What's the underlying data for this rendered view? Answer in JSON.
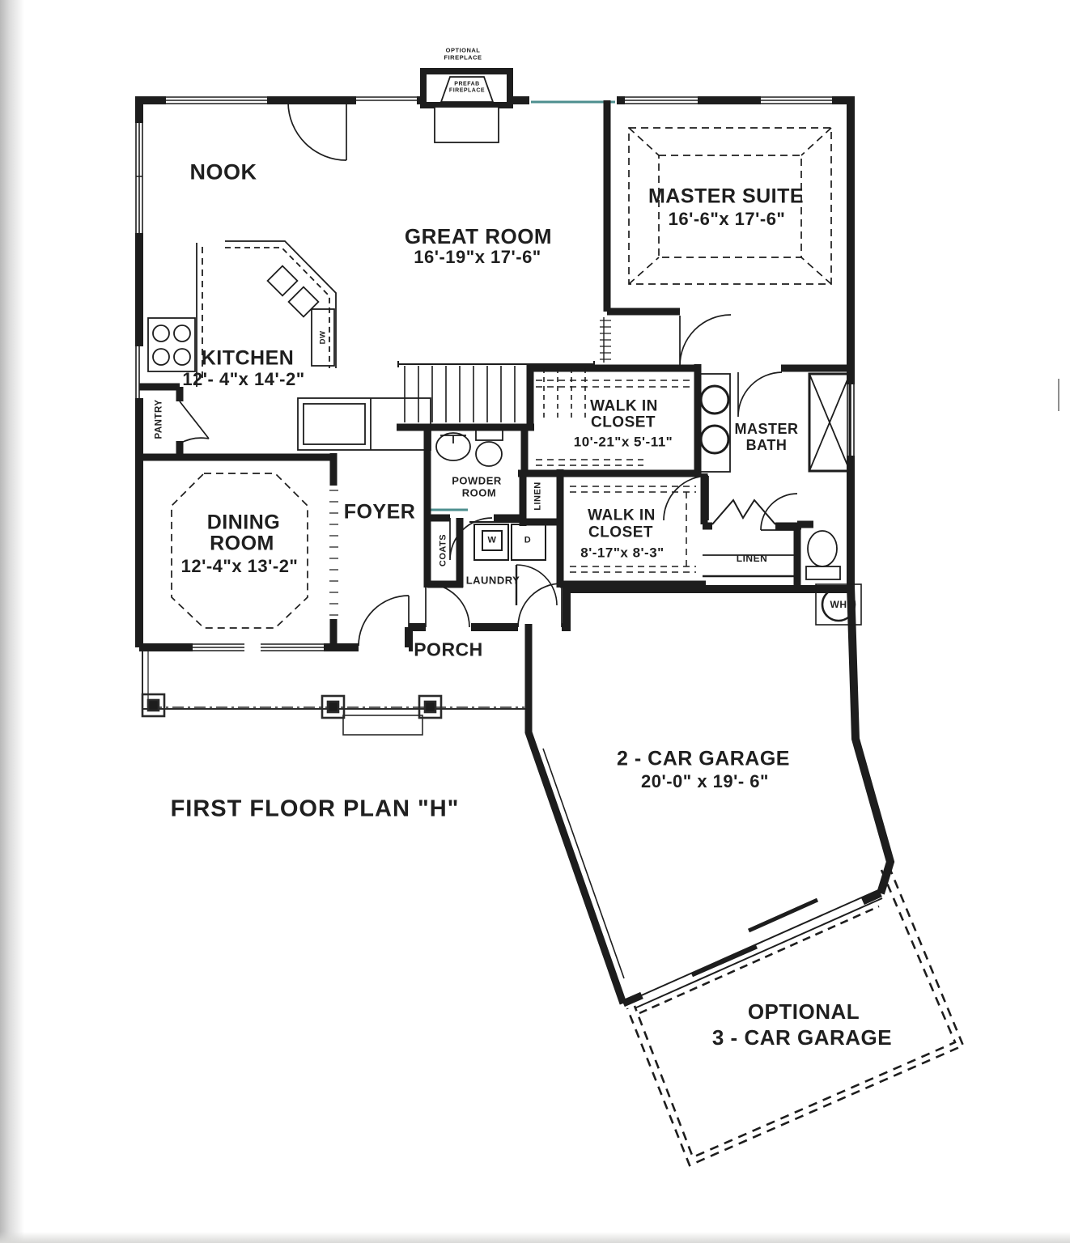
{
  "title": "FIRST FLOOR PLAN \"H\"",
  "rooms": {
    "nook": {
      "name": "NOOK"
    },
    "great_room": {
      "name": "GREAT ROOM",
      "dims": "16'-19\"x 17'-6\""
    },
    "master_suite": {
      "name": "MASTER SUITE",
      "dims": "16'-6\"x 17'-6\""
    },
    "kitchen": {
      "name": "KITCHEN",
      "dims": "12'- 4\"x 14'-2\""
    },
    "walk_in_closet_1": {
      "line1": "WALK IN",
      "line2": "CLOSET",
      "dims": "10'-21\"x 5'-11\""
    },
    "master_bath": {
      "line1": "MASTER",
      "line2": "BATH"
    },
    "powder_room": {
      "line1": "POWDER",
      "line2": "ROOM"
    },
    "walk_in_closet_2": {
      "line1": "WALK IN",
      "line2": "CLOSET",
      "dims": "8'-17\"x 8'-3\""
    },
    "dining_room": {
      "line1": "DINING",
      "line2": "ROOM",
      "dims": "12'-4\"x 13'-2\""
    },
    "foyer": {
      "name": "FOYER"
    },
    "laundry": {
      "name": "LAUNDRY"
    },
    "porch": {
      "name": "PORCH"
    },
    "pantry": {
      "name": "PANTRY"
    },
    "coats": {
      "name": "COATS"
    },
    "linen_upper": {
      "name": "LINEN"
    },
    "linen_lower": {
      "name": "LINEN"
    },
    "garage": {
      "name": "2 - CAR GARAGE",
      "dims": "20'-0\" x 19'- 6\""
    },
    "optional_garage": {
      "line1": "OPTIONAL",
      "line2": "3 - CAR GARAGE"
    }
  },
  "fixtures": {
    "washer": "W",
    "dryer": "D",
    "dishwasher": "DW",
    "water_heater": "WH",
    "fireplace_note_line1": "OPTIONAL",
    "fireplace_note_line2": "FIREPLACE",
    "fireplace_inner_line1": "PREFAB",
    "fireplace_inner_line2": "FIREPLACE"
  },
  "colors": {
    "ink": "#1d1d1d",
    "paper": "#ffffff",
    "scan_edge": "#b9b9b9",
    "window_tint": "#4d8f8f"
  }
}
